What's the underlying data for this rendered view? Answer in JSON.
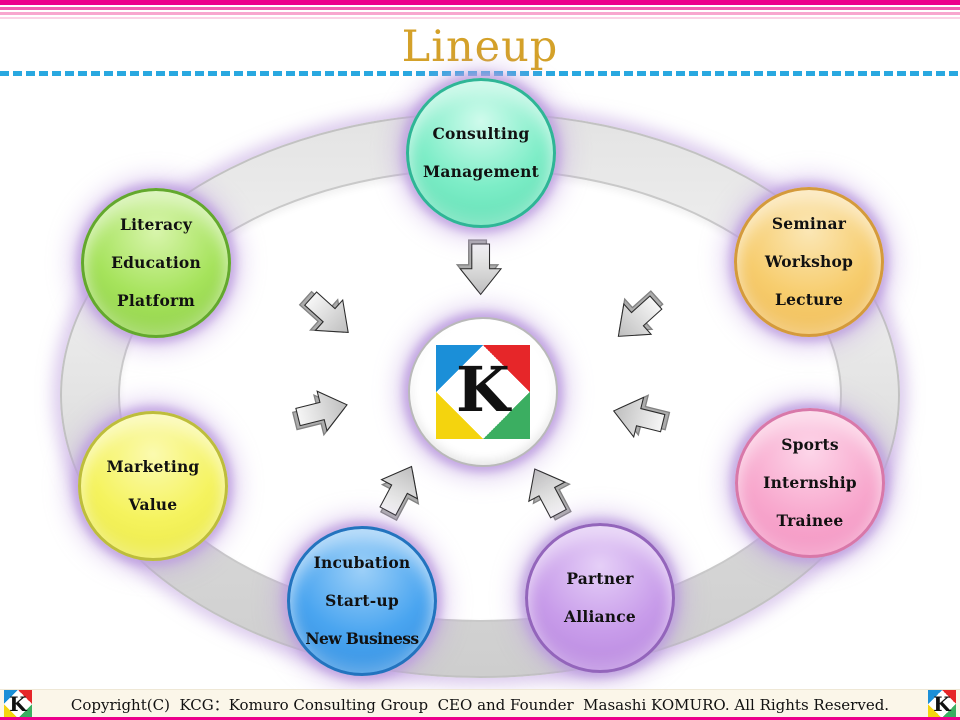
{
  "title": "Lineup",
  "palette": {
    "title_gold": "#D4A129",
    "divider_cyan": "#29A8E0",
    "stripe_deep_pink": "#EC008C",
    "stripe_pinks": [
      "#F160B0",
      "#F8A6CF",
      "#FBD3E7"
    ],
    "glow_lavender": "#BC9CDF",
    "ring_gray": "#DCDCDC",
    "arrow_gray": "#C9C9C9",
    "logo_blue": "#1B8FD8",
    "logo_red": "#E62629",
    "logo_yellow": "#F4D40E",
    "logo_green": "#3BAE61"
  },
  "logo": {
    "letter": "K"
  },
  "circles": [
    {
      "id": "consulting",
      "lines": [
        "Consulting",
        "Management"
      ],
      "fill": "#7DEDC7",
      "border": "#2FB596"
    },
    {
      "id": "literacy",
      "lines": [
        "Literacy",
        "Education",
        "Platform"
      ],
      "fill": "#A6E35C",
      "border": "#63A82E"
    },
    {
      "id": "seminar",
      "lines": [
        "Seminar",
        "Workshop",
        "Lecture"
      ],
      "fill": "#F7CD6E",
      "border": "#D49A3C"
    },
    {
      "id": "marketing",
      "lines": [
        "Marketing",
        "Value"
      ],
      "fill": "#F5F35E",
      "border": "#BDBD3C"
    },
    {
      "id": "sports",
      "lines": [
        "Sports",
        "Internship",
        "Trainee"
      ],
      "fill": "#F8A9CE",
      "border": "#D878A9"
    },
    {
      "id": "incubation",
      "lines": [
        "Incubation",
        "Start-up",
        "New Business"
      ],
      "fill": "#4AA5F0",
      "border": "#2373BE"
    },
    {
      "id": "partner",
      "lines": [
        "Partner",
        "Alliance"
      ],
      "fill": "#C89CEA",
      "border": "#9365BB"
    }
  ],
  "footer": {
    "text": "Copyright(C)  KCG：Komuro Consulting Group  CEO and Founder  Masashi KOMURO. All Rights Reserved."
  }
}
